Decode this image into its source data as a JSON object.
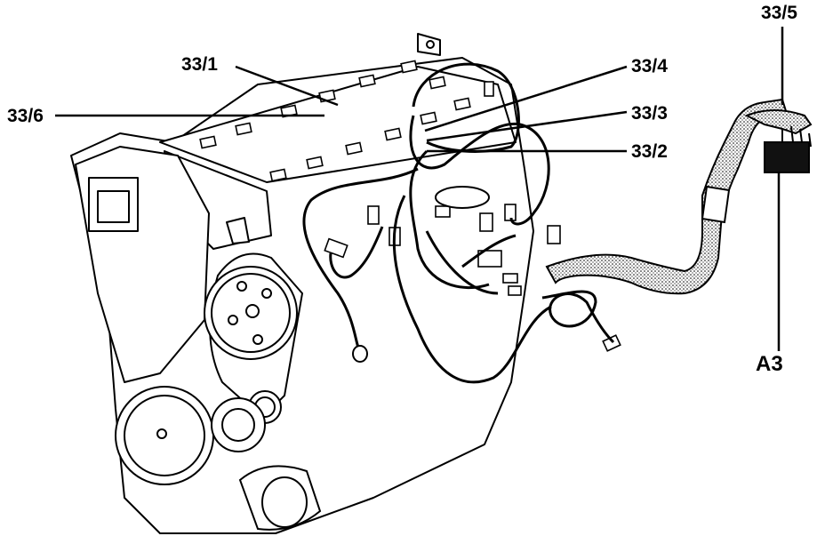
{
  "diagram": {
    "callouts": {
      "c33_1": "33/1",
      "c33_6": "33/6",
      "c33_4": "33/4",
      "c33_3": "33/3",
      "c33_2": "33/2",
      "c33_5": "33/5",
      "a3": "A3"
    },
    "colors": {
      "line": "#000000",
      "background": "#ffffff",
      "harness_fill": "#e8e8e8"
    }
  }
}
